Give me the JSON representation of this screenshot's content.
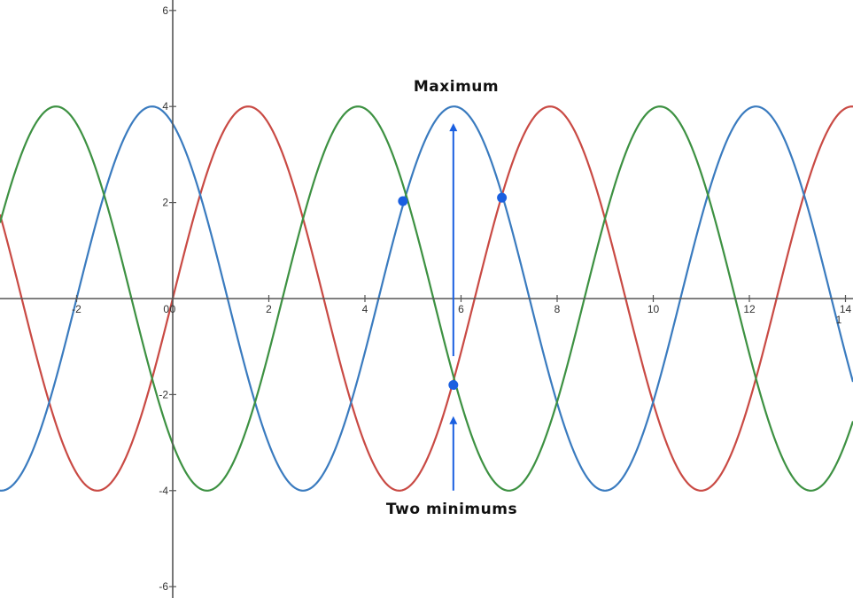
{
  "chart_data": {
    "type": "line",
    "title": "",
    "xlabel": "",
    "ylabel": "",
    "xlim": [
      -3.6,
      14.15
    ],
    "ylim": [
      -6.2,
      6.2
    ],
    "grid": false,
    "legend": null,
    "x_ticks": [
      -2,
      0,
      2,
      4,
      6,
      8,
      10,
      12,
      14
    ],
    "y_ticks": [
      6,
      4,
      2,
      -2,
      -4,
      -6
    ],
    "origin_label": "0",
    "stray_label": "1",
    "series": [
      {
        "name": "red",
        "formula": "4*sin(x)",
        "amplitude": 4,
        "phase": 0,
        "color": "#c94a44"
      },
      {
        "name": "blue",
        "formula": "4*sin(x+2)",
        "amplitude": 4,
        "phase": 2,
        "color": "#3a7bbf"
      },
      {
        "name": "green",
        "formula": "4*sin(x+4)",
        "amplitude": 4,
        "phase": 4,
        "color": "#3d9142"
      }
    ],
    "points": [
      {
        "x": 4.79,
        "y": 2.03,
        "color": "#1a5fe0"
      },
      {
        "x": 6.85,
        "y": 2.1,
        "color": "#1a5fe0"
      },
      {
        "x": 5.84,
        "y": -1.8,
        "color": "#1a5fe0"
      }
    ],
    "annotations": [
      {
        "text": "Maximum",
        "x": 5.84,
        "y": 4.45
      },
      {
        "text": "Two minimums",
        "x": 5.84,
        "y": -4.5
      }
    ],
    "arrows": [
      {
        "from": [
          5.84,
          -1.2
        ],
        "to": [
          5.84,
          3.65
        ],
        "color": "#1a5fe0"
      },
      {
        "from": [
          5.84,
          -4.0
        ],
        "to": [
          5.84,
          -2.45
        ],
        "color": "#1a5fe0"
      }
    ]
  },
  "axis_color": "#555555",
  "annotations_text": {
    "maximum": "Maximum",
    "minimums": "Two minimums"
  }
}
